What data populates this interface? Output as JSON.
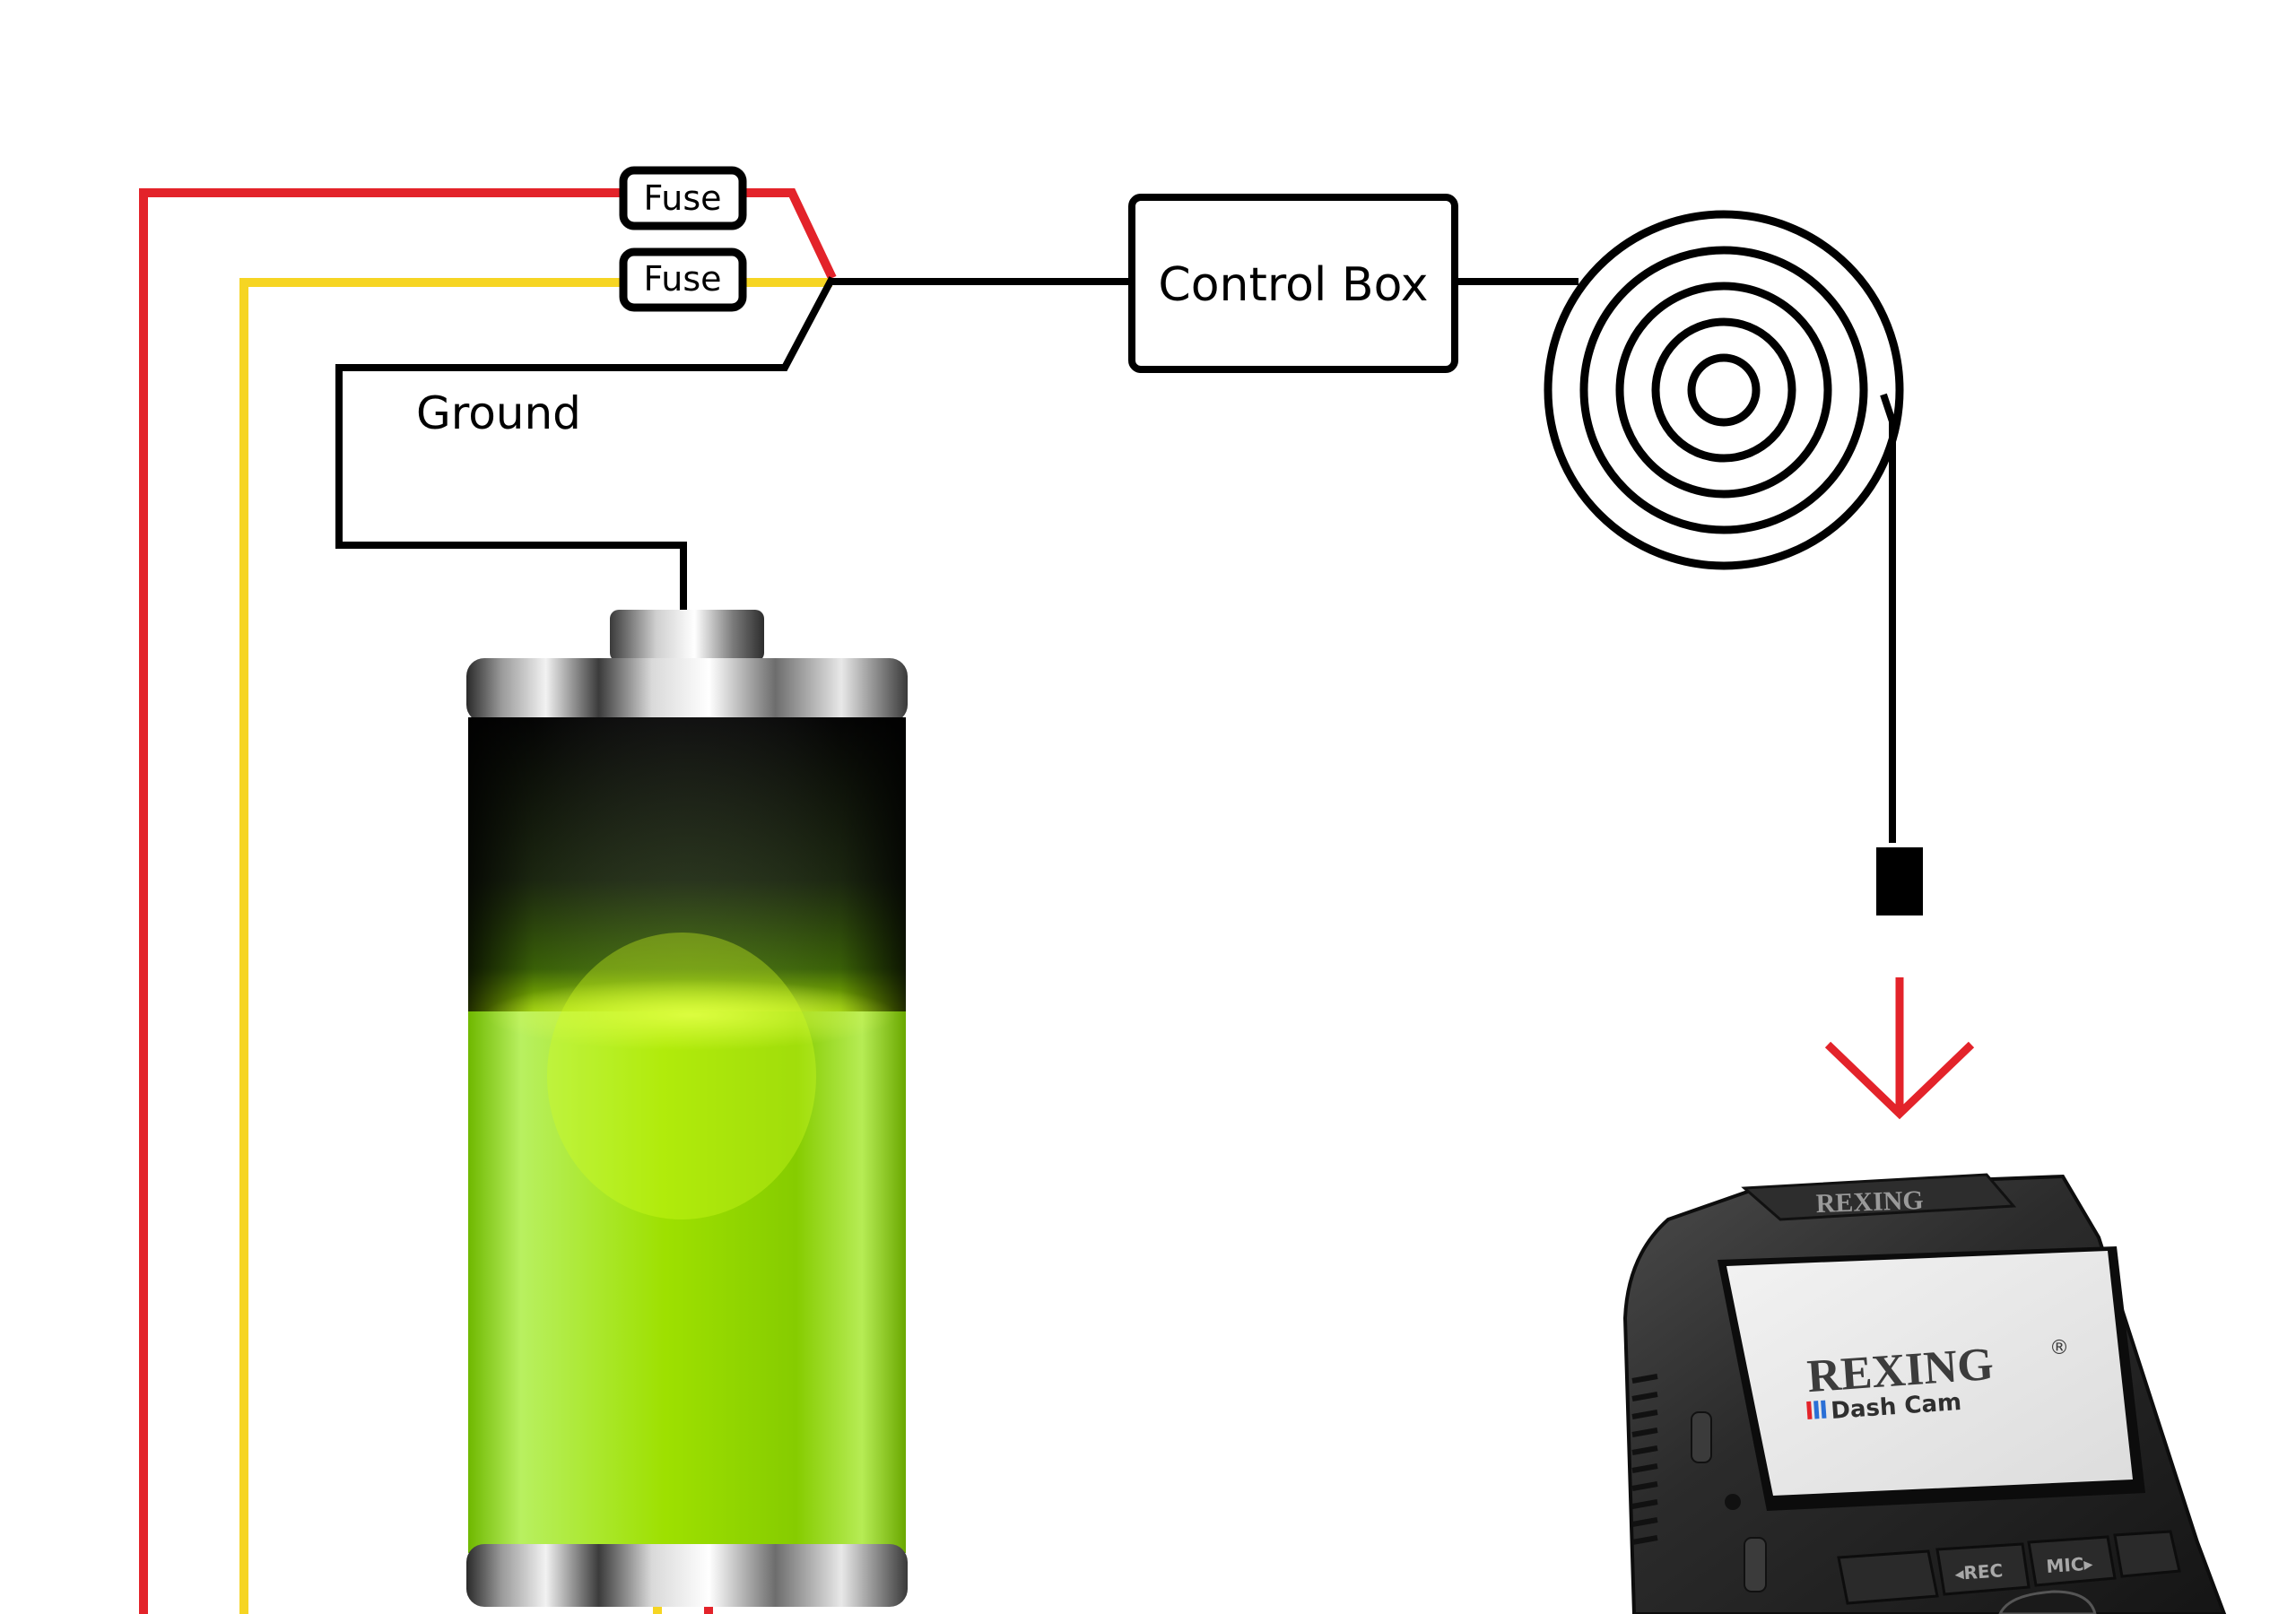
{
  "labels": {
    "fuse_top": "Fuse",
    "fuse_bottom": "Fuse",
    "ground": "Ground",
    "control_box": "Control Box"
  },
  "camera": {
    "top_logo": "REXING",
    "screen_logo": "REXING",
    "screen_logo_mark": "®",
    "screen_subtitle": "Dash Cam",
    "btn_rec": "◂REC",
    "btn_mic": "MIC▸"
  },
  "colors": {
    "red_wire": "#e3232a",
    "yellow_wire": "#f6d523",
    "ground_wire": "#000000",
    "battery_charge": "#8fd400",
    "arrow": "#e3232a"
  },
  "icons": [
    "battery-icon",
    "coiled-cable-icon",
    "down-arrow-icon",
    "dash-cam-icon"
  ]
}
